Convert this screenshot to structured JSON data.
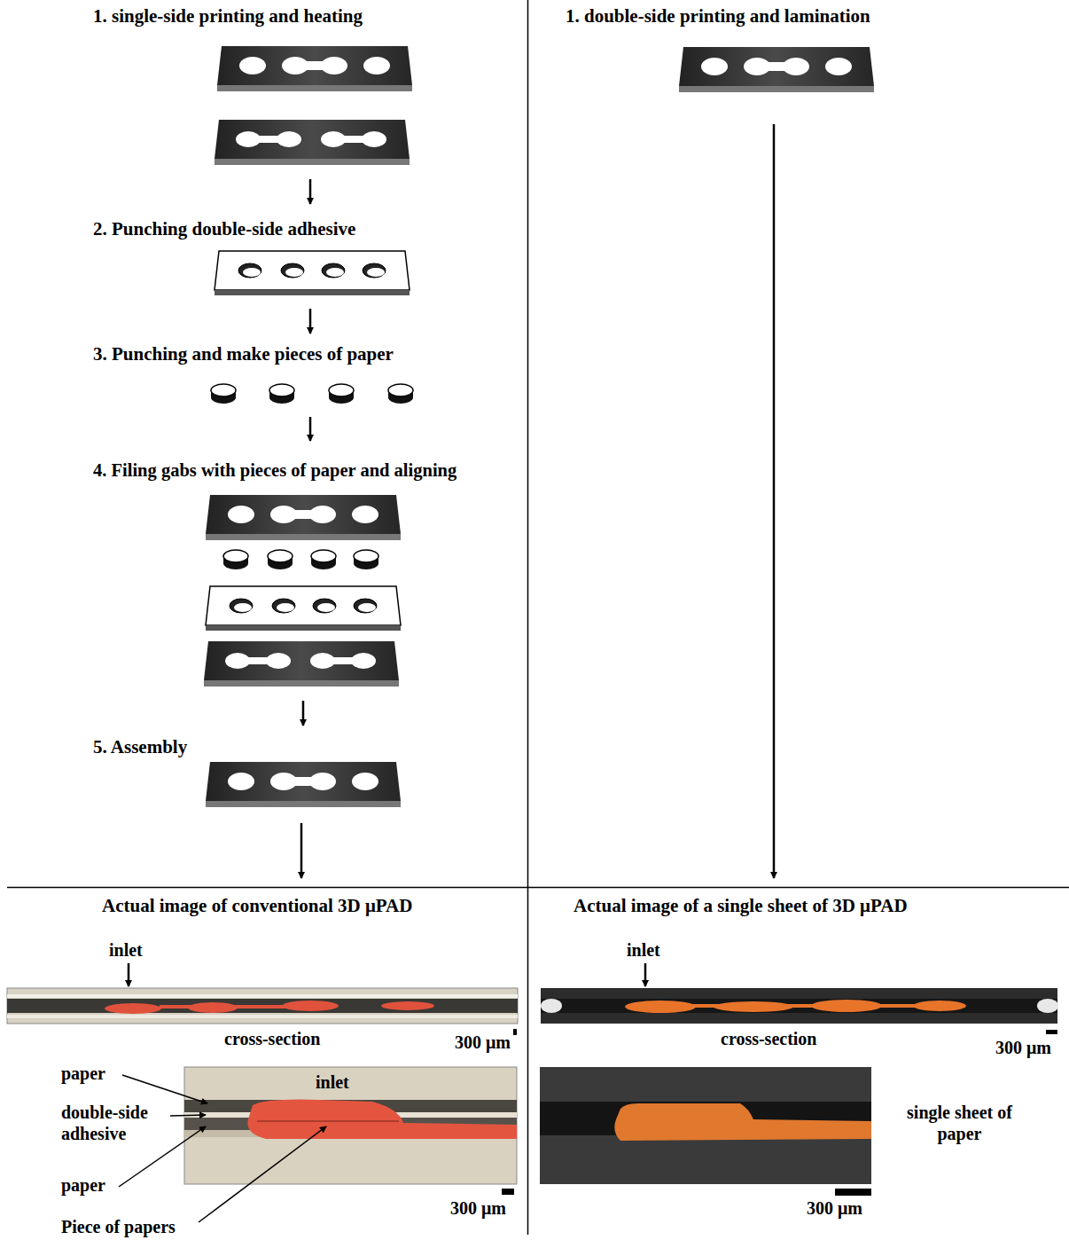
{
  "diagram": {
    "labels": [
      "1. single-side printing and heating",
      "1. double-side printing and lamination",
      "2. Punching double-side adhesive",
      "3. Punching and make pieces of paper",
      "4. Filing gabs with pieces of paper and aligning",
      "5. Assembly",
      "Actual image of conventional 3D μPAD",
      "Actual image of a single sheet of 3D μPAD",
      "inlet",
      "inlet",
      "cross-section",
      "300 μm",
      "cross-section",
      "300 μm",
      "paper",
      "inlet",
      "double-side adhesive",
      "single sheet of paper",
      "paper",
      "300 μm",
      "300 μm",
      "Piece of papers"
    ]
  }
}
